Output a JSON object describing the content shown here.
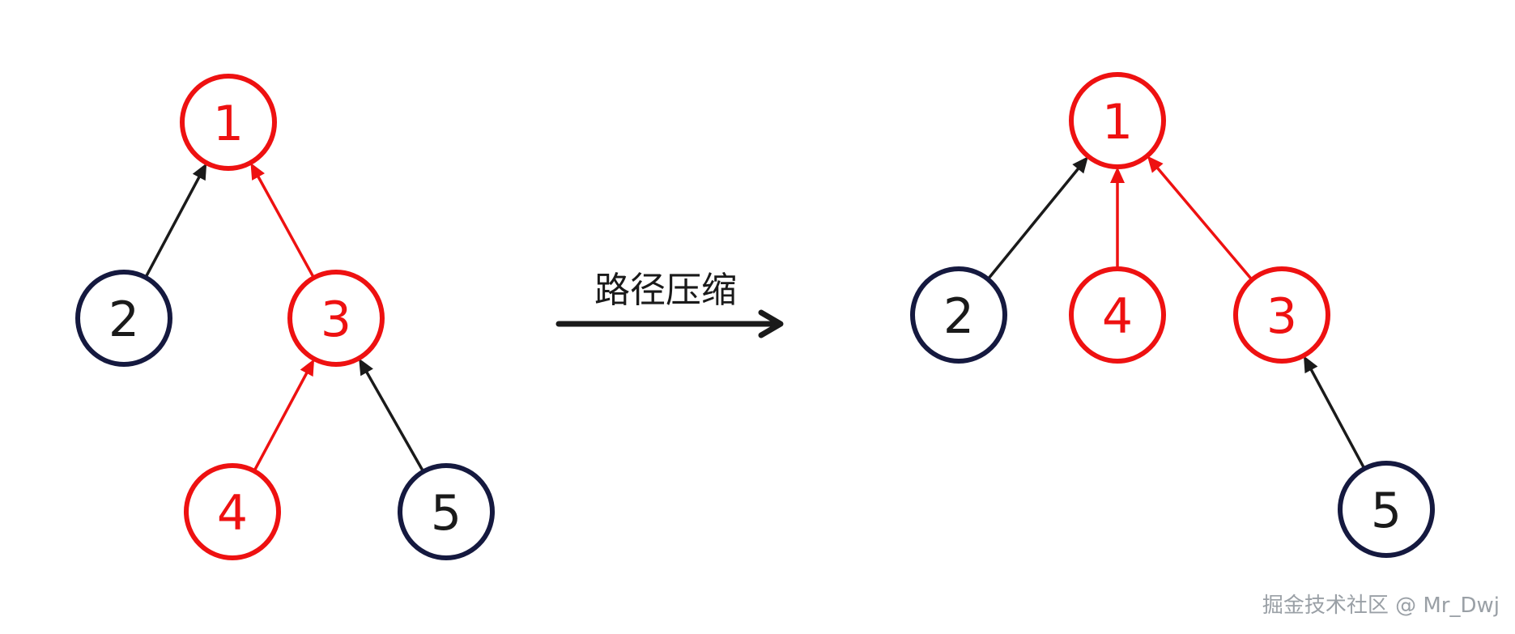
{
  "colors": {
    "highlight": "#ee1111",
    "node_default": "#15193f",
    "label_default": "#1a1a1a",
    "edge_default": "#1a1a1a",
    "watermark": "#9aa0a6"
  },
  "caption": "路径压缩",
  "watermark": "掘金技术社区 @ Mr_Dwj",
  "before": {
    "nodes": [
      {
        "id": "b1",
        "label": "1",
        "highlight": true
      },
      {
        "id": "b2",
        "label": "2",
        "highlight": false
      },
      {
        "id": "b3",
        "label": "3",
        "highlight": true
      },
      {
        "id": "b4",
        "label": "4",
        "highlight": true
      },
      {
        "id": "b5",
        "label": "5",
        "highlight": false
      }
    ],
    "edges": [
      {
        "from": "b2",
        "to": "b1",
        "highlight": false
      },
      {
        "from": "b3",
        "to": "b1",
        "highlight": true
      },
      {
        "from": "b4",
        "to": "b3",
        "highlight": true
      },
      {
        "from": "b5",
        "to": "b3",
        "highlight": false
      }
    ]
  },
  "after": {
    "nodes": [
      {
        "id": "a1",
        "label": "1",
        "highlight": true
      },
      {
        "id": "a2",
        "label": "2",
        "highlight": false
      },
      {
        "id": "a4",
        "label": "4",
        "highlight": true
      },
      {
        "id": "a3",
        "label": "3",
        "highlight": true
      },
      {
        "id": "a5",
        "label": "5",
        "highlight": false
      }
    ],
    "edges": [
      {
        "from": "a2",
        "to": "a1",
        "highlight": false
      },
      {
        "from": "a4",
        "to": "a1",
        "highlight": true
      },
      {
        "from": "a3",
        "to": "a1",
        "highlight": true
      },
      {
        "from": "a5",
        "to": "a3",
        "highlight": false
      }
    ]
  }
}
